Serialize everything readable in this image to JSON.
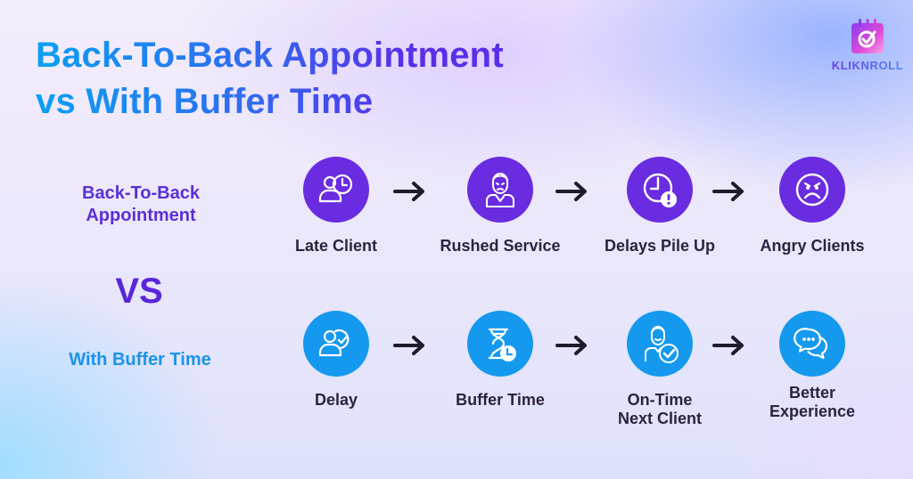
{
  "header": {
    "title_line1": "Back-To-Back Appointment",
    "title_line2": "vs With Buffer Time"
  },
  "logo": {
    "icon": "calendar-check-icon",
    "text": "KLIKNROLL"
  },
  "comparison": {
    "row1_label_line1": "Back-To-Back",
    "row1_label_line2": "Appointment",
    "vs_label": "VS",
    "row2_label": "With Buffer Time"
  },
  "colors": {
    "purple": "#6a2ce0",
    "blue": "#1599ef",
    "title_gradient_start": "#0aa0f2",
    "title_gradient_end": "#5a2ee8",
    "step_text": "#2b2340",
    "arrow": "#1e1c2a"
  },
  "flows": {
    "back_to_back": {
      "steps": [
        {
          "icon": "person-clock-icon",
          "label": "Late Client"
        },
        {
          "icon": "stressed-person-icon",
          "label": "Rushed Service"
        },
        {
          "icon": "clock-alert-icon",
          "label": "Delays Pile Up"
        },
        {
          "icon": "angry-face-icon",
          "label": "Angry Clients"
        }
      ]
    },
    "with_buffer": {
      "steps": [
        {
          "icon": "person-clock-check-icon",
          "label": "Delay"
        },
        {
          "icon": "hourglass-clock-icon",
          "label": "Buffer Time"
        },
        {
          "icon": "person-checkmark-icon",
          "label_line1": "On-Time",
          "label_line2": "Next Client"
        },
        {
          "icon": "chat-bubbles-icon",
          "label_line1": "Better",
          "label_line2": "Experience"
        }
      ]
    }
  }
}
